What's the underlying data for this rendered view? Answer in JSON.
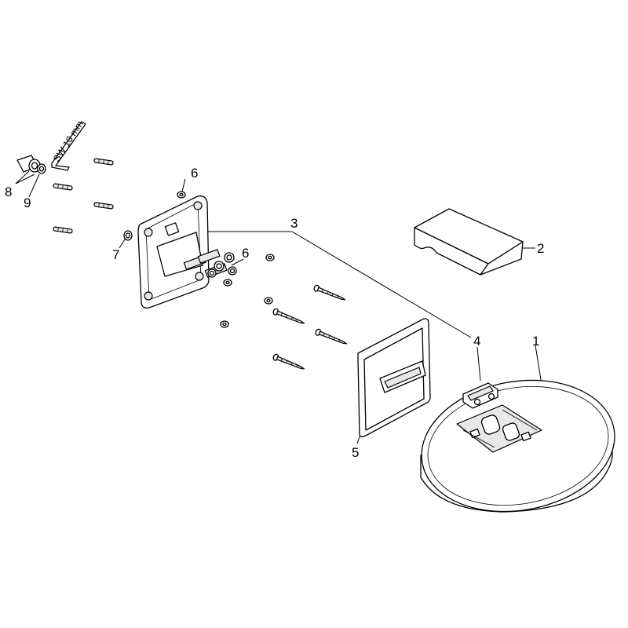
{
  "tool_label": "SW 10 mm",
  "callouts": {
    "c1": "1",
    "c2": "2",
    "c3": "3",
    "c4": "4",
    "c5": "5",
    "c6a": "6",
    "c6b": "6",
    "c7": "7",
    "c8": "8",
    "c9": "9"
  }
}
